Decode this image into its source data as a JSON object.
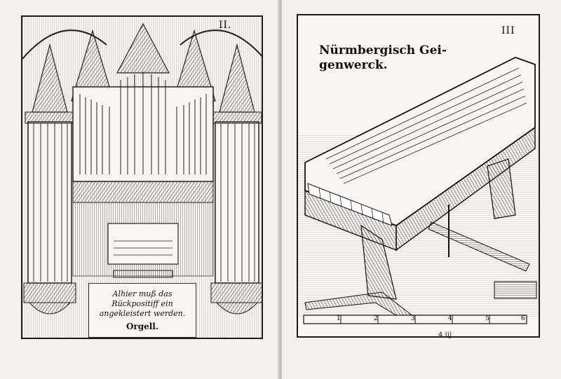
{
  "left_page": {
    "page_number": "II.",
    "caption": "Alhier muß das Rückpositiff ein angekleistert werden.",
    "title": "Orgell."
  },
  "right_page": {
    "page_number": "III",
    "title_line1": "Nürmbergisch Gei-",
    "title_line2": "genwerck.",
    "scale_marks": [
      "1",
      "2",
      "3",
      "4",
      "5",
      "6"
    ],
    "signature": "4 iij"
  },
  "colors": {
    "ink": "#1b1b1b",
    "paper": "#f7f6f3",
    "background": "#eeedeb"
  }
}
